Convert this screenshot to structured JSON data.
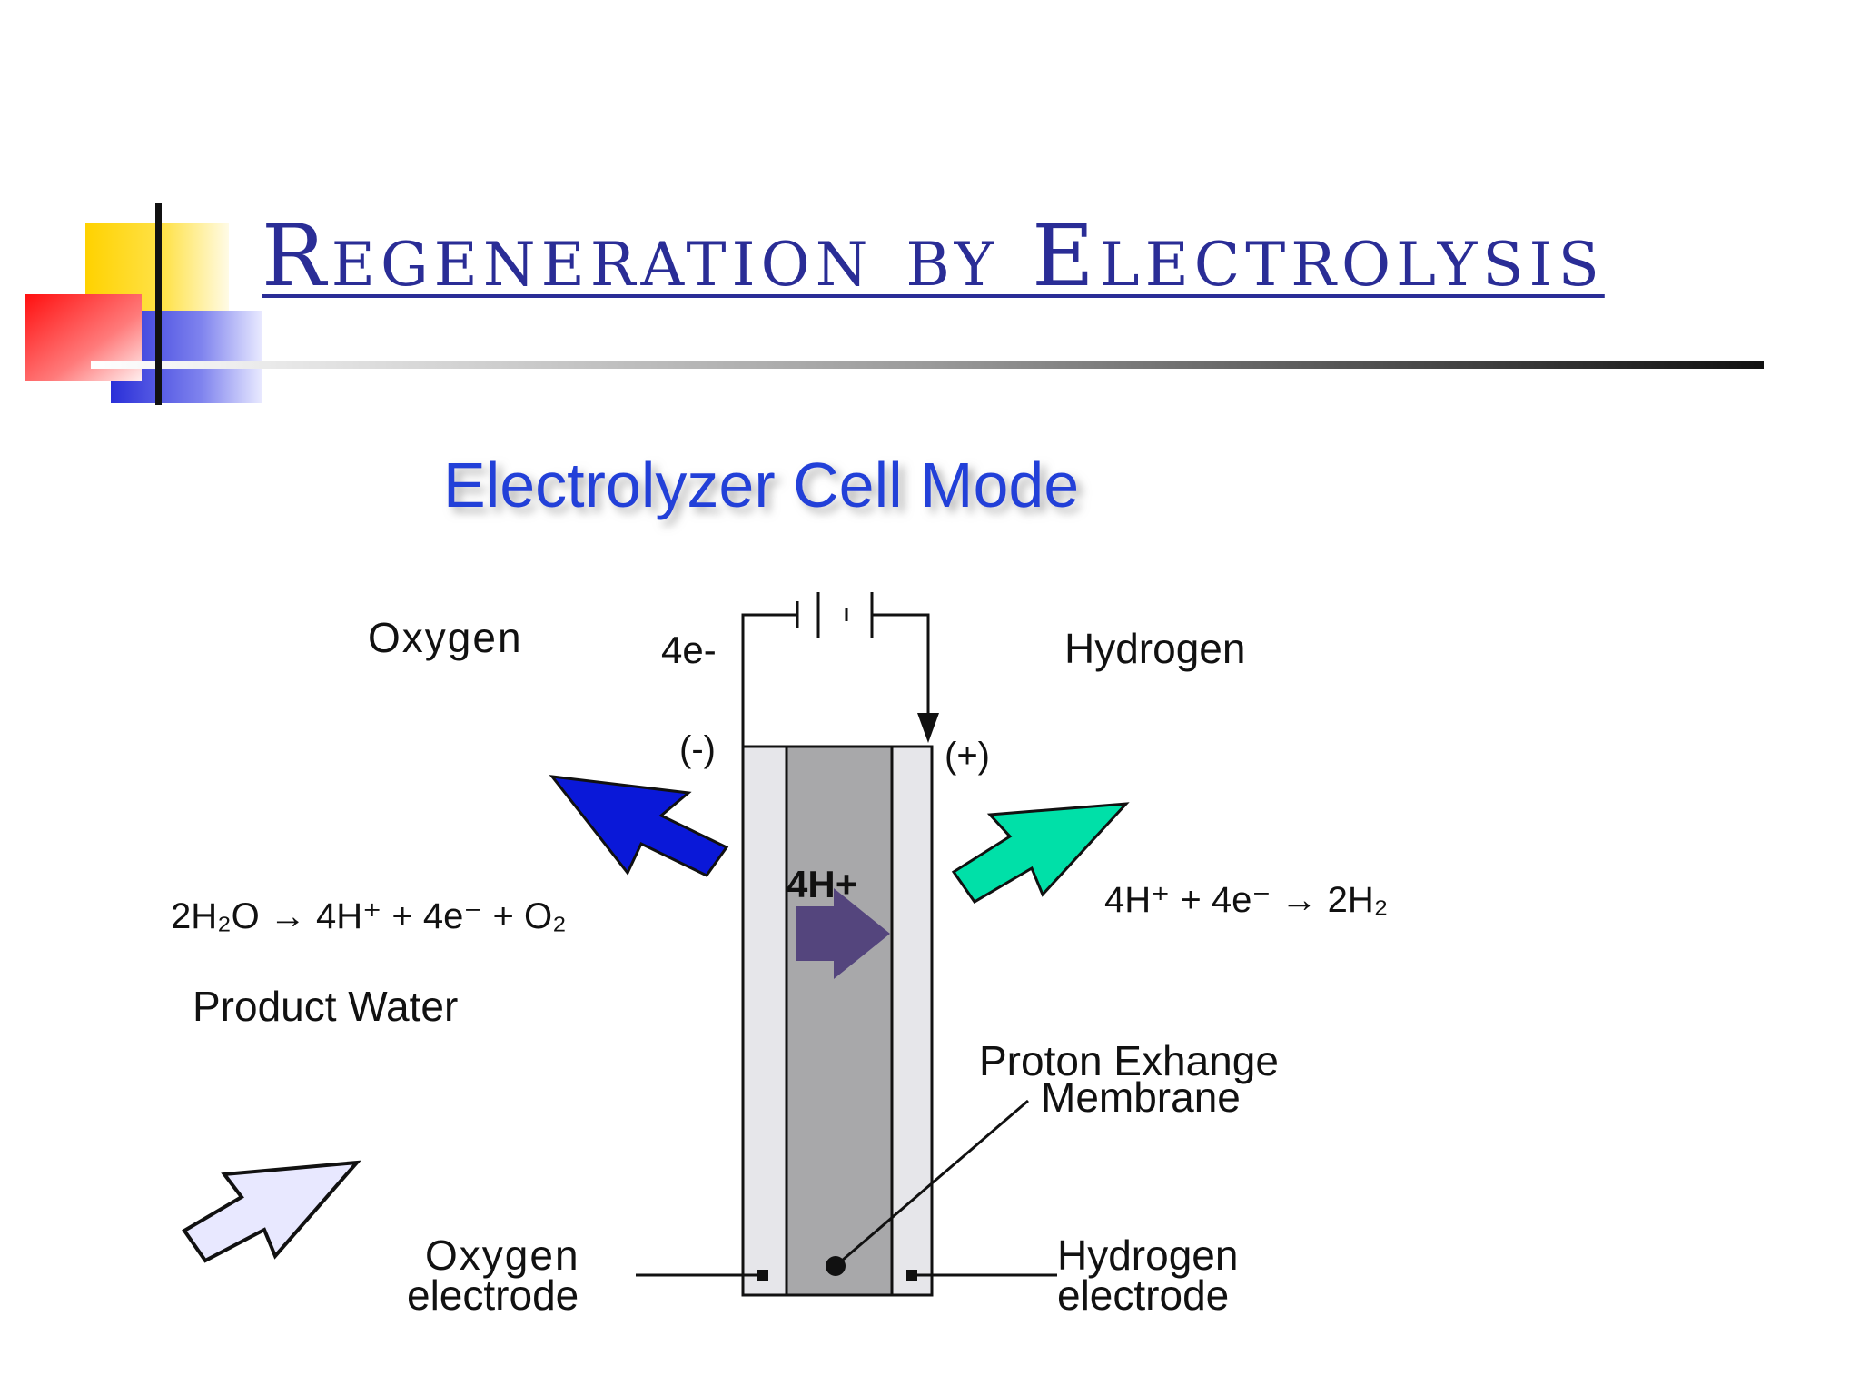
{
  "slide": {
    "title": "Regeneration by Electrolysis"
  },
  "diagram": {
    "subtitle": "Electrolyzer Cell Mode",
    "labels": {
      "oxygen": "Oxygen",
      "hydrogen": "Hydrogen",
      "electrons": "4e-",
      "negative_terminal": "(-)",
      "positive_terminal": "(+)",
      "protons": "4H+",
      "product_water": "Product Water",
      "membrane_line1": "Proton Exhange",
      "membrane_line2": "Membrane",
      "oxygen_electrode_line1": "Oxygen",
      "oxygen_electrode_line2": "electrode",
      "hydrogen_electrode_line1": "Hydrogen",
      "hydrogen_electrode_line2": "electrode"
    },
    "equations": {
      "anode": "2H₂O → 4H⁺ + 4e⁻ + O₂",
      "cathode": "4H⁺ + 4e⁻ → 2H₂"
    }
  },
  "colors": {
    "title": "#2a2d96",
    "subtitle": "#2440d8",
    "oxygen_arrow": "#0a18d8",
    "hydrogen_arrow": "#00e0a8",
    "water_arrow": "#e8e8ff",
    "proton_arrow": "#4a3a78",
    "membrane": "#a8a8aa",
    "electrode": "#e6e6ea"
  }
}
